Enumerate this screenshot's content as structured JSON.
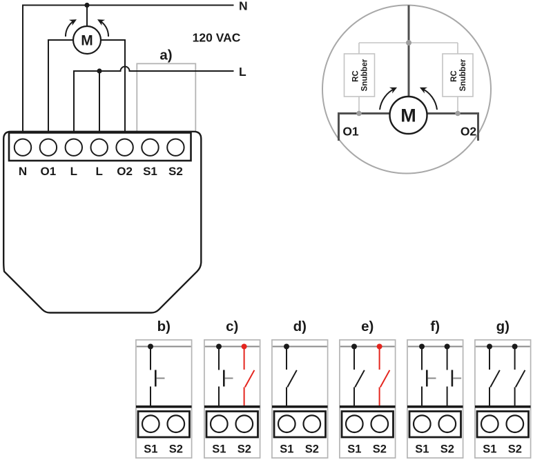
{
  "colors": {
    "line": "#1a1a1a",
    "red": "#e4251e",
    "frame_gray": "#b4b4b4",
    "mid_gray": "#8a8a8a",
    "dark_gray": "#4f4f4f",
    "light_gray": "#c3c3c3",
    "dot_gray": "#9e9e9e",
    "circle_gray": "#a8a8a8",
    "snubber_text": "#b8b8b8"
  },
  "power_diagram": {
    "neutral_label": "N",
    "live_label": "L",
    "voltage": "120 VAC",
    "motor_label": "M",
    "callout_label": "a)",
    "terminals": [
      "N",
      "O1",
      "L",
      "L",
      "O2",
      "S1",
      "S2"
    ]
  },
  "motor_detail": {
    "motor_label": "M",
    "output1": "O1",
    "output2": "O2",
    "snubber_line1": "RC",
    "snubber_line2": "Snubber"
  },
  "wiring_options": {
    "cells": [
      {
        "label": "b)",
        "terminal_labels": [
          "S1",
          "S2"
        ],
        "s1_switch": {
          "type": "button",
          "color": "#1a1a1a"
        },
        "s2_switch": null
      },
      {
        "label": "c)",
        "terminal_labels": [
          "S1",
          "S2"
        ],
        "s1_switch": {
          "type": "button",
          "color": "#1a1a1a"
        },
        "s2_switch": {
          "type": "toggle",
          "color": "#e4251e"
        }
      },
      {
        "label": "d)",
        "terminal_labels": [
          "S1",
          "S2"
        ],
        "s1_switch": {
          "type": "toggle",
          "color": "#1a1a1a"
        },
        "s2_switch": null
      },
      {
        "label": "e)",
        "terminal_labels": [
          "S1",
          "S2"
        ],
        "s1_switch": {
          "type": "toggle",
          "color": "#1a1a1a"
        },
        "s2_switch": {
          "type": "toggle",
          "color": "#e4251e"
        }
      },
      {
        "label": "f)",
        "terminal_labels": [
          "S1",
          "S2"
        ],
        "s1_switch": {
          "type": "button",
          "color": "#1a1a1a"
        },
        "s2_switch": {
          "type": "button",
          "color": "#1a1a1a"
        }
      },
      {
        "label": "g)",
        "terminal_labels": [
          "S1",
          "S2"
        ],
        "s1_switch": {
          "type": "toggle",
          "color": "#1a1a1a"
        },
        "s2_switch": {
          "type": "toggle",
          "color": "#1a1a1a"
        }
      }
    ]
  }
}
